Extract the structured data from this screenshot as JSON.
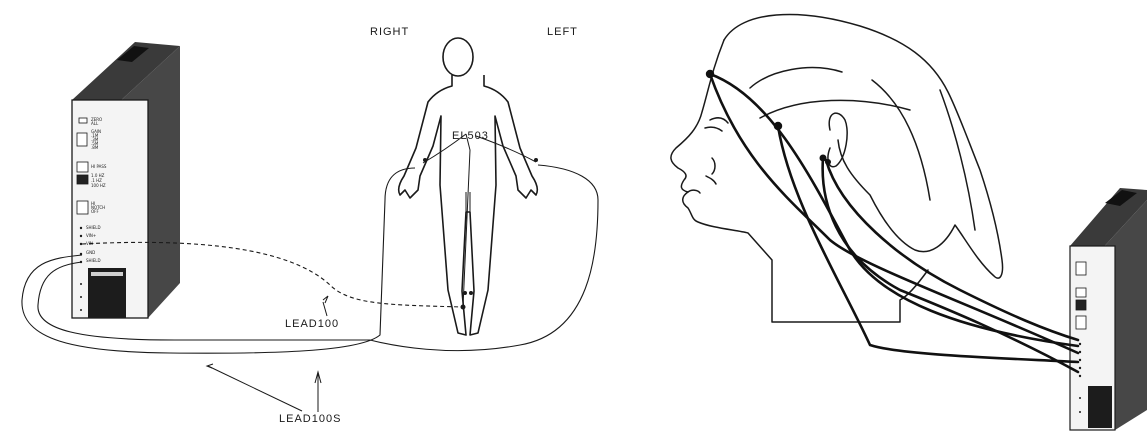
{
  "figure_left": {
    "orientation_right": "RIGHT",
    "orientation_left": "LEFT",
    "electrode_label": "EL503",
    "lead_label": "LEAD100",
    "shielded_lead_label": "LEAD100S"
  },
  "colors": {
    "line": "#1a1a1a",
    "device_dark": "#3a3a3a",
    "device_face": "#f4f4f4"
  },
  "icons": [
    "amplifier-module-icon",
    "human-body-outline-icon",
    "human-head-profile-icon"
  ]
}
